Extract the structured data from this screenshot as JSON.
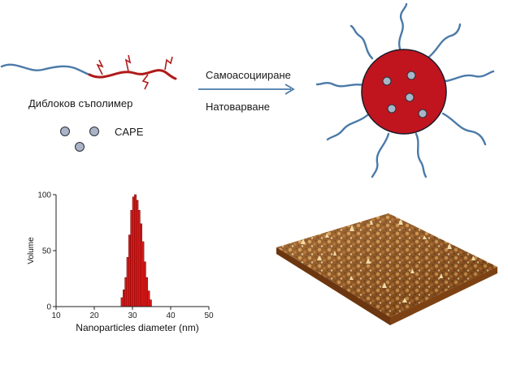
{
  "scheme": {
    "copolymer_label": "Диблоков съполимер",
    "drug_label": "CAPE",
    "step1_label": "Самоасоцииране",
    "step2_label": "Натоварване",
    "colors": {
      "hydrophilic_chain": "#4a7aa8",
      "hydrophobic_block": "#b01a1a",
      "micelle_core": "#c0151e",
      "drug_particle": "#a9b4c6",
      "arrow": "#4a7aa8"
    }
  },
  "afm_image": {
    "palette": [
      "#5a2f0c",
      "#8a4a14",
      "#b86a26",
      "#d99a4c",
      "#f0d8a8"
    ]
  },
  "chart_data": {
    "type": "bar",
    "title": "",
    "xlabel": "Nanoparticles diameter (nm)",
    "ylabel": "Volume",
    "xlim": [
      10,
      50
    ],
    "ylim": [
      0,
      100
    ],
    "xticks": [
      10,
      20,
      30,
      40,
      50
    ],
    "yticks": [
      0,
      50,
      100
    ],
    "bar_color": "#e31b1b",
    "bin_width": 0.5,
    "x": [
      27.0,
      27.5,
      28.0,
      28.5,
      29.0,
      29.5,
      30.0,
      30.5,
      31.0,
      31.5,
      32.0,
      32.5,
      33.0,
      33.5,
      34.0,
      34.5
    ],
    "values": [
      8,
      15,
      26,
      44,
      64,
      86,
      98,
      100,
      95,
      86,
      74,
      58,
      40,
      26,
      14,
      6
    ]
  }
}
